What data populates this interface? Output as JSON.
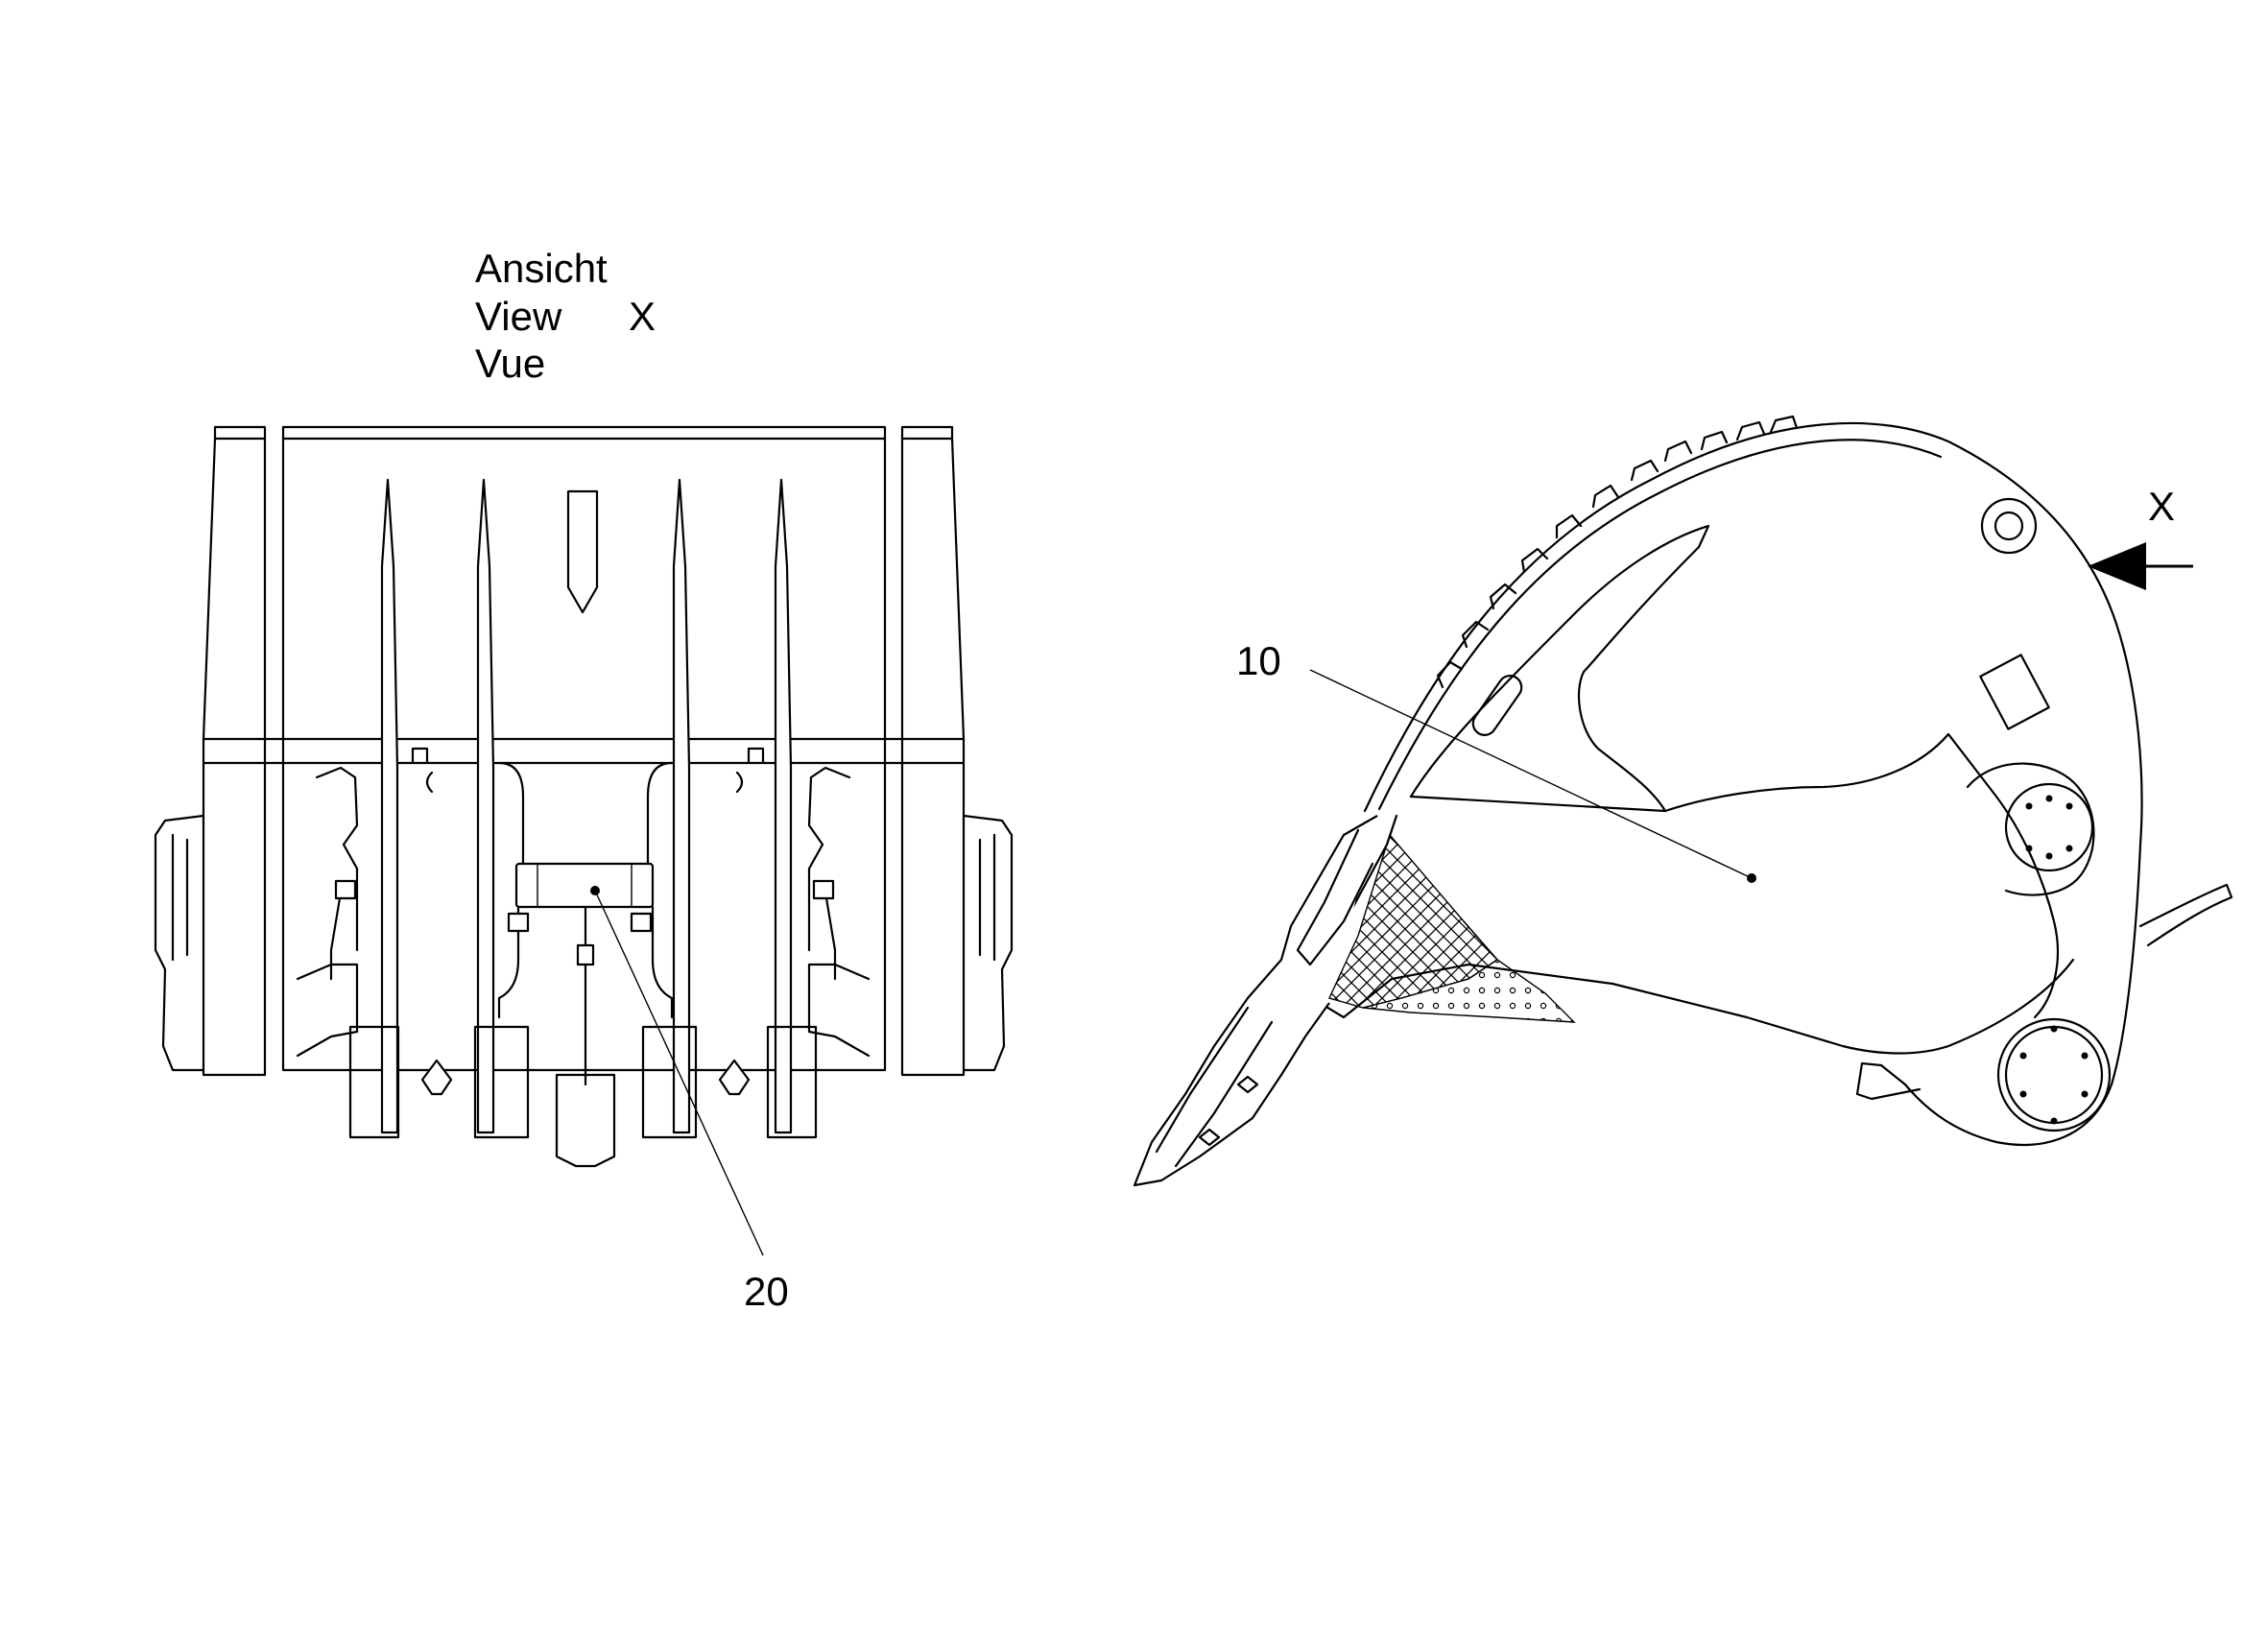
{
  "view_caption": {
    "line1": "Ansicht",
    "line2": "View",
    "line3": "Vue",
    "letter": "X"
  },
  "callouts": {
    "part_10": "10",
    "part_20": "20"
  },
  "arrow_label": "X"
}
